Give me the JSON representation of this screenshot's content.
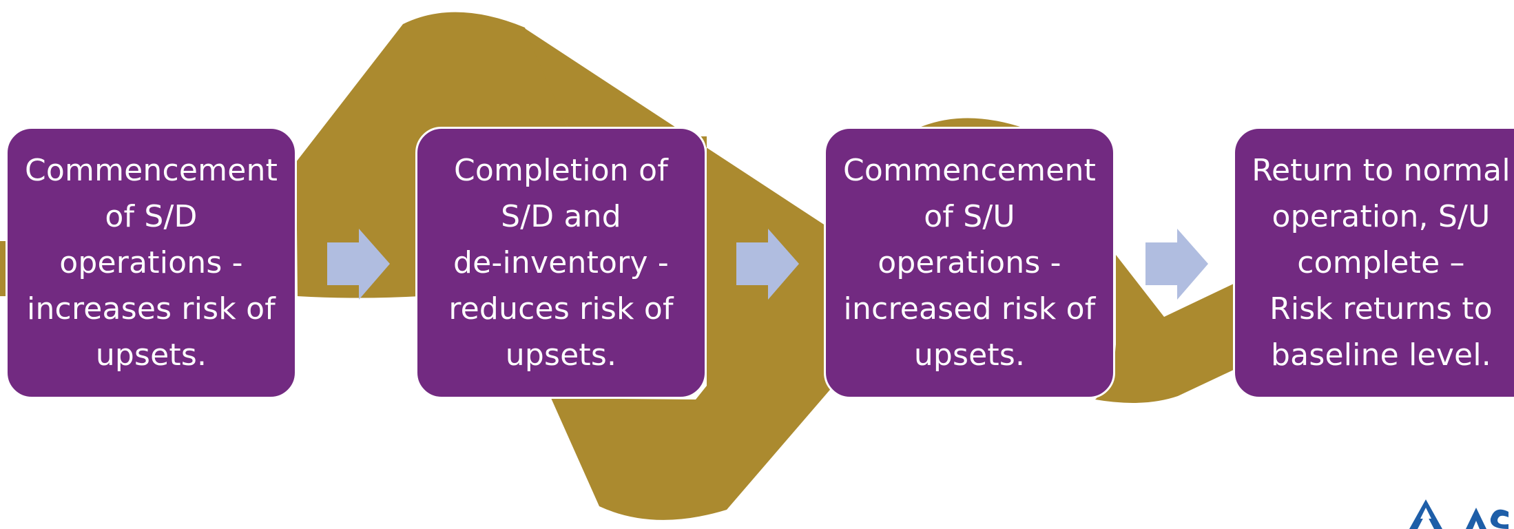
{
  "diagram": {
    "type": "process-flow",
    "steps": [
      {
        "id": "step-1",
        "text": "Commencement\nof S/D\noperations -\nincreases risk of\nupsets."
      },
      {
        "id": "step-2",
        "text": "Completion of\nS/D and\nde-inventory -\nreduces risk of\nupsets."
      },
      {
        "id": "step-3",
        "text": "Commencement\nof S/U\noperations -\nincreased risk of\nupsets."
      },
      {
        "id": "step-4",
        "text": "Return to normal\noperation, S/U\ncomplete –\nRisk returns to\nbaseline level."
      }
    ],
    "arrow_count": 3,
    "colors": {
      "box_fill": "#722a81",
      "box_text": "#ffffff",
      "risk_band": "#ab8a2f",
      "arrow": "#b0bde0",
      "logo": "#1e5ea8"
    }
  }
}
